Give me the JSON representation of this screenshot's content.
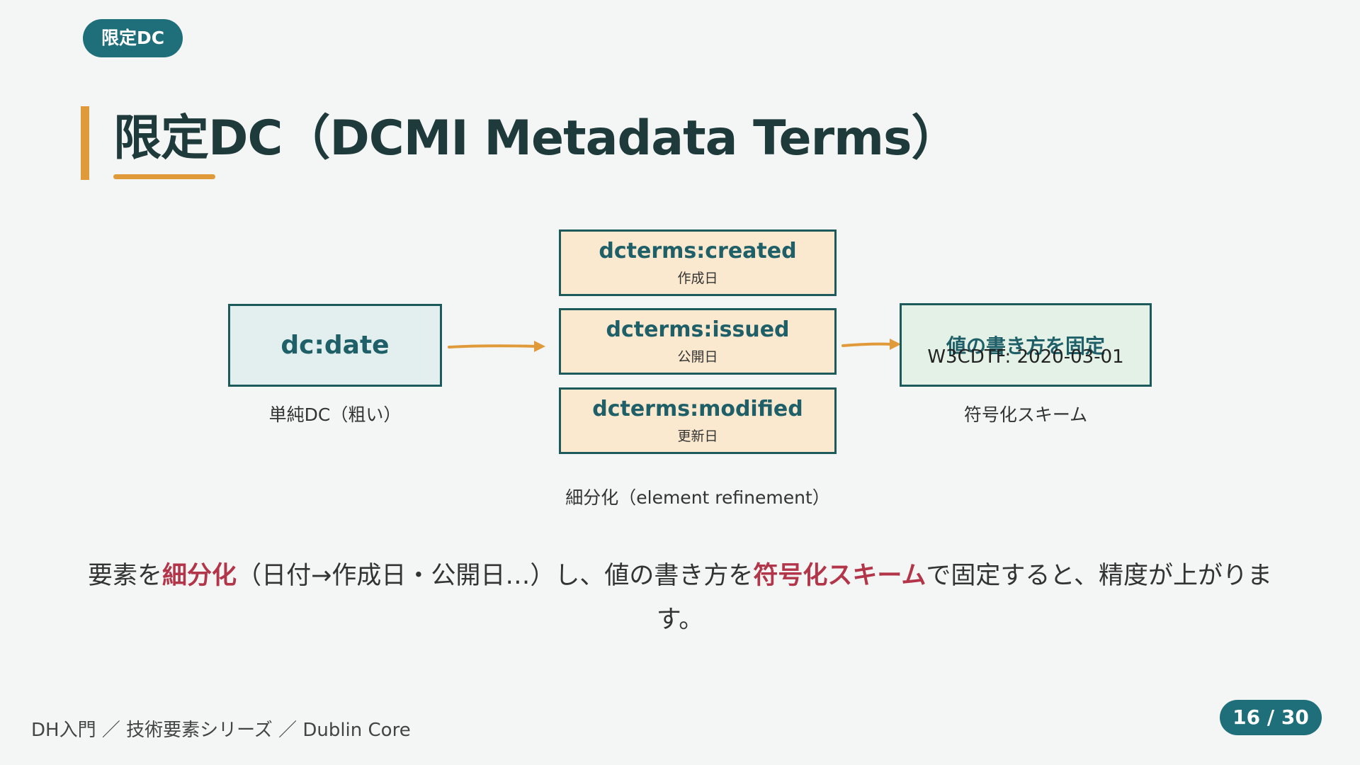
{
  "badge": "限定DC",
  "title": "限定DC（DCMI Metadata Terms）",
  "diagram": {
    "source": {
      "label": "dc:date",
      "caption": "単純DC（粗い）"
    },
    "refinements": [
      {
        "label": "dcterms:created",
        "sub": "作成日"
      },
      {
        "label": "dcterms:issued",
        "sub": "公開日"
      },
      {
        "label": "dcterms:modified",
        "sub": "更新日"
      }
    ],
    "refinement_caption": "細分化（element refinement）",
    "scheme": {
      "label": "値の書き方を固定",
      "overlay": "W3CDTF: 2020-03-01",
      "caption": "符号化スキーム"
    }
  },
  "summary": {
    "p1": "要素を",
    "h1": "細分化",
    "p2": "（日付→作成日・公開日…）し、値の書き方を",
    "h2": "符号化スキーム",
    "p3": "で固定すると、精度が上がります。"
  },
  "footer": "DH入門 ／ 技術要素シリーズ ／ Dublin Core",
  "page_number": "16 / 30",
  "colors": {
    "teal": "#1f6f7b",
    "accent_orange": "#e09a3a",
    "highlight_red": "#b2354a",
    "source_fill": "#e2efee",
    "refinement_fill": "#fae8cf",
    "scheme_fill": "#e3f1e7"
  }
}
